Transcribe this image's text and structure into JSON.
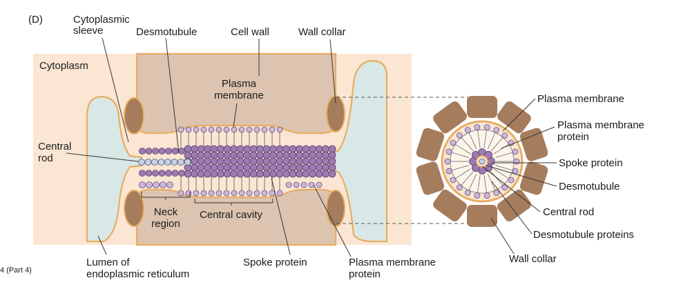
{
  "panel_label": "(D)",
  "figure_part": "4 (Part 4)",
  "labels": {
    "cytoplasmic_sleeve_1": "Cytoplasmic",
    "cytoplasmic_sleeve_2": "sleeve",
    "desmotubule": "Desmotubule",
    "cell_wall": "Cell wall",
    "wall_collar_top": "Wall collar",
    "cytoplasm": "Cytoplasm",
    "plasma_membrane_1": "Plasma",
    "plasma_membrane_2": "membrane",
    "central_rod_1": "Central",
    "central_rod_2": "rod",
    "neck_region_1": "Neck",
    "neck_region_2": "region",
    "central_cavity": "Central cavity",
    "lumen_1": "Lumen of",
    "lumen_2": "endoplasmic reticulum",
    "spoke_protein_bottom": "Spoke protein",
    "pm_protein_bottom_1": "Plasma membrane",
    "pm_protein_bottom_2": "protein"
  },
  "cross_section_labels": {
    "plasma_membrane": "Plasma membrane",
    "pm_protein_1": "Plasma membrane",
    "pm_protein_2": "protein",
    "spoke_protein": "Spoke protein",
    "desmotubule": "Desmotubule",
    "central_rod": "Central rod",
    "desmotubule_proteins": "Desmotubule proteins",
    "wall_collar": "Wall collar"
  },
  "colors": {
    "cytoplasm": "#fbe6d3",
    "cell_wall": "#dcc4b0",
    "collar": "#a57c5c",
    "er_lumen": "#d8e8e6",
    "membrane": "#e8ad62",
    "protein_purple": "#9c7bb0",
    "protein_light": "#cbb8d8",
    "rod_blue": "#c9d1e2"
  }
}
